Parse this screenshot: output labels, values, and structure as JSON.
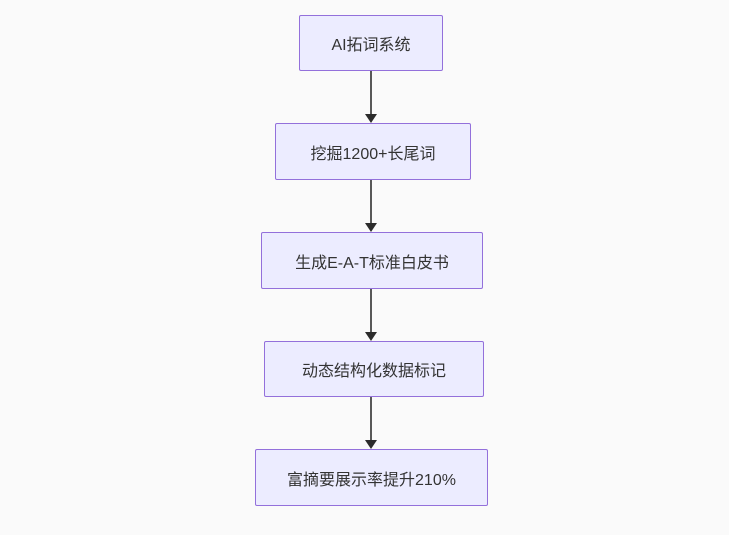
{
  "page": {
    "background_color": "#fafafa"
  },
  "chart_data": {
    "type": "flowchart",
    "direction": "top-down",
    "nodes": [
      {
        "id": "node-0",
        "label": "AI拓词系统"
      },
      {
        "id": "node-1",
        "label": "挖掘1200+长尾词"
      },
      {
        "id": "node-2",
        "label": "生成E-A-T标准白皮书"
      },
      {
        "id": "node-3",
        "label": "动态结构化数据标记"
      },
      {
        "id": "node-4",
        "label": "富摘要展示率提升210%"
      }
    ],
    "edges": [
      {
        "from": "node-0",
        "to": "node-1",
        "arrow": "down"
      },
      {
        "from": "node-1",
        "to": "node-2",
        "arrow": "down"
      },
      {
        "from": "node-2",
        "to": "node-3",
        "arrow": "down"
      },
      {
        "from": "node-3",
        "to": "node-4",
        "arrow": "down"
      }
    ],
    "style": {
      "node_fill": "#ECECFF",
      "node_border": "#9370DB",
      "text_color": "#333333",
      "arrow_color": "#333333"
    }
  },
  "flowchart": {
    "nodes": [
      {
        "label": "AI拓词系统"
      },
      {
        "label": "挖掘1200+长尾词"
      },
      {
        "label": "生成E-A-T标准白皮书"
      },
      {
        "label": "动态结构化数据标记"
      },
      {
        "label": "富摘要展示率提升210%"
      }
    ]
  }
}
